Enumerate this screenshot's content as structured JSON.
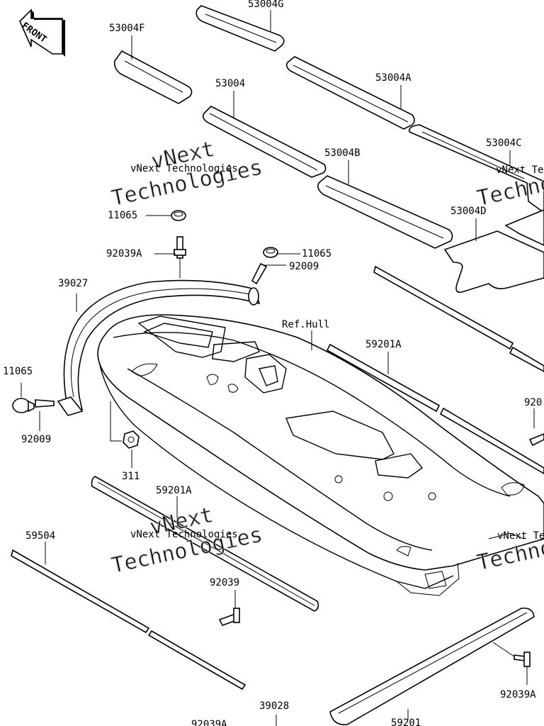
{
  "front_badge": "FRONT",
  "watermark": {
    "line_small": "vNext Technologies",
    "line_large_1": "vNext",
    "line_large_2": "Technologies"
  },
  "labels": {
    "p53004G": "53004G",
    "p53004F": "53004F",
    "p53004": "53004",
    "p53004A": "53004A",
    "p53004B": "53004B",
    "p53004C": "53004C",
    "p53004D": "53004D",
    "p11065_top": "11065",
    "p92039A_top": "92039A",
    "p11065_mid": "11065",
    "p92009_mid": "92009",
    "p39027": "39027",
    "ref_hull": "Ref.Hull",
    "p59201A_right": "59201A",
    "p11065_left": "11065",
    "p92009_left": "92009",
    "p311": "311",
    "p59201A_lower": "59201A",
    "p59504": "59504",
    "p92039": "92039",
    "p92039A_bottom": "92039A",
    "p39028": "39028",
    "p59201": "59201",
    "p92039A_cut": "92039A",
    "p920_cut": "920"
  }
}
